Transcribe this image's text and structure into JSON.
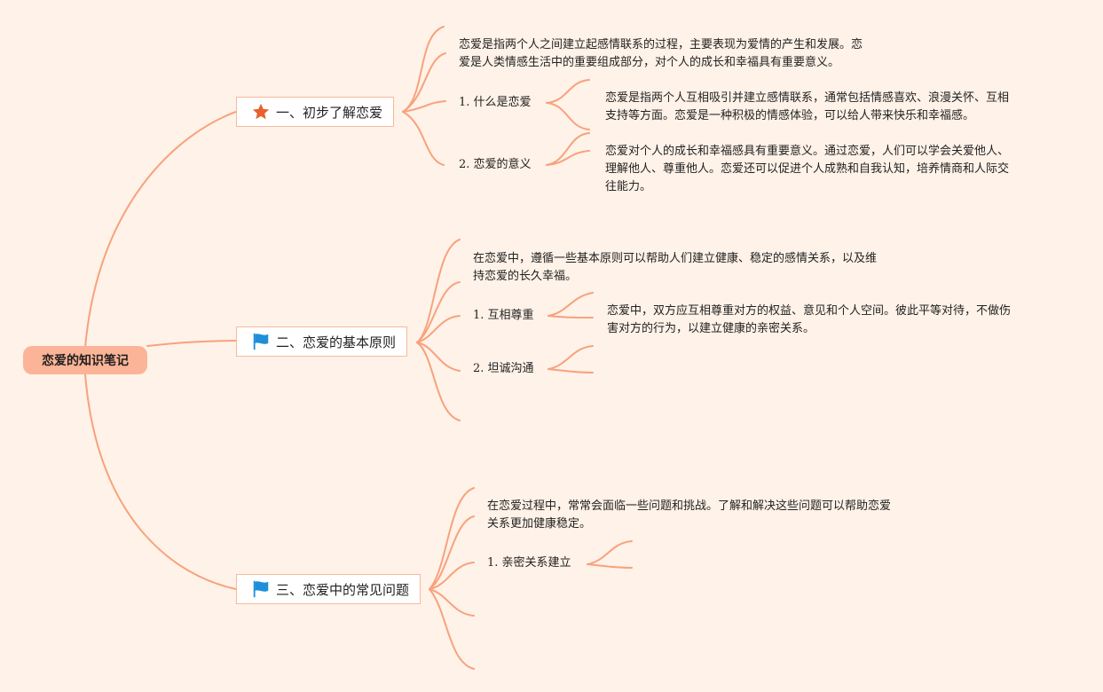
{
  "root": {
    "label": "恋爱的知识笔记"
  },
  "colors": {
    "line": "#f7a27d",
    "root_fill": "#fbb497",
    "star": "#e8602c",
    "flag": "#1e8fd8"
  },
  "branches": [
    {
      "title": "一、初步了解恋爱",
      "icon": "star-icon",
      "intro": [
        "恋爱是指两个人之间建立起感情联系的过程，主要表现为爱情的产生和发展。恋",
        "爱是人类情感生活中的重要组成部分，对个人的成长和幸福具有重要意义。"
      ],
      "items": [
        {
          "label": "1. 什么是恋爱",
          "detail": [
            "恋爱是指两个人互相吸引并建立感情联系，通常包括情感喜欢、浪漫关怀、互相",
            "支持等方面。恋爱是一种积极的情感体验，可以给人带来快乐和幸福感。"
          ]
        },
        {
          "label": "2. 恋爱的意义",
          "detail": [
            "恋爱对个人的成长和幸福感具有重要意义。通过恋爱，人们可以学会关爱他人、",
            "理解他人、尊重他人。恋爱还可以促进个人成熟和自我认知，培养情商和人际交",
            "往能力。"
          ]
        }
      ]
    },
    {
      "title": "二、恋爱的基本原则",
      "icon": "flag-icon",
      "intro": [
        "在恋爱中，遵循一些基本原则可以帮助人们建立健康、稳定的感情关系，以及维",
        "持恋爱的长久幸福。"
      ],
      "items": [
        {
          "label": "1. 互相尊重",
          "detail": [
            "恋爱中，双方应互相尊重对方的权益、意见和个人空间。彼此平等对待，不做伤",
            "害对方的行为，以建立健康的亲密关系。"
          ]
        },
        {
          "label": "2. 坦诚沟通",
          "detail": []
        }
      ]
    },
    {
      "title": "三、恋爱中的常见问题",
      "icon": "flag-icon",
      "intro": [
        "在恋爱过程中，常常会面临一些问题和挑战。了解和解决这些问题可以帮助恋爱",
        "关系更加健康稳定。"
      ],
      "items": [
        {
          "label": "1. 亲密关系建立",
          "detail": []
        }
      ]
    }
  ]
}
